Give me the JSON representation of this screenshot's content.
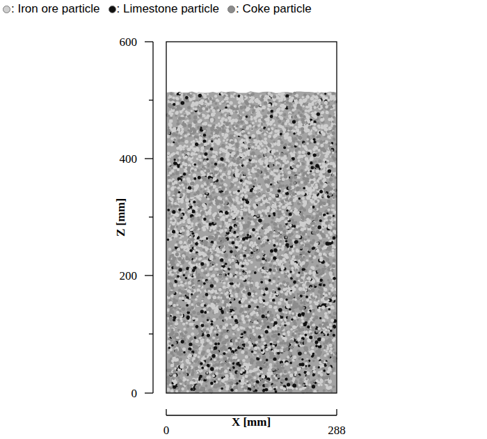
{
  "diagram": {
    "labels": [
      "600",
      "400",
      "200",
      "0",
      "Z [mm]",
      "X [mm]",
      "0",
      "288"
    ],
    "legend": [
      {
        "text": ": Iron ore particle",
        "color": "#cfcfcf"
      },
      {
        "text": ": Limestone particle",
        "color": "#111111"
      },
      {
        "text": ": Coke particle",
        "color": "#8c8c8c"
      }
    ]
  }
}
